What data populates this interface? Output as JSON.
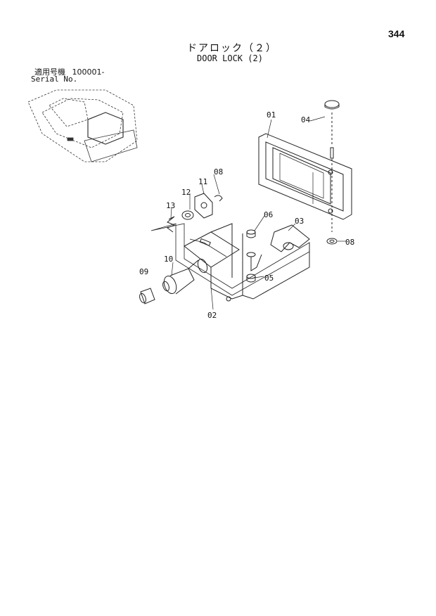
{
  "page": {
    "number": "344",
    "title_jp": "ドアロック（２）",
    "title_en": "DOOR LOCK (2)"
  },
  "serial": {
    "label_jp": "適用号機",
    "value": "100001-",
    "label_en": "Serial No."
  },
  "callouts": [
    {
      "id": "c-01",
      "text": "01"
    },
    {
      "id": "c-04",
      "text": "04"
    },
    {
      "id": "c-08a",
      "text": "08"
    },
    {
      "id": "c-11",
      "text": "11"
    },
    {
      "id": "c-12",
      "text": "12"
    },
    {
      "id": "c-13",
      "text": "13"
    },
    {
      "id": "c-06",
      "text": "06"
    },
    {
      "id": "c-03",
      "text": "03"
    },
    {
      "id": "c-08b",
      "text": "08"
    },
    {
      "id": "c-10",
      "text": "10"
    },
    {
      "id": "c-09",
      "text": "09"
    },
    {
      "id": "c-05",
      "text": "05"
    },
    {
      "id": "c-02",
      "text": "02"
    }
  ]
}
